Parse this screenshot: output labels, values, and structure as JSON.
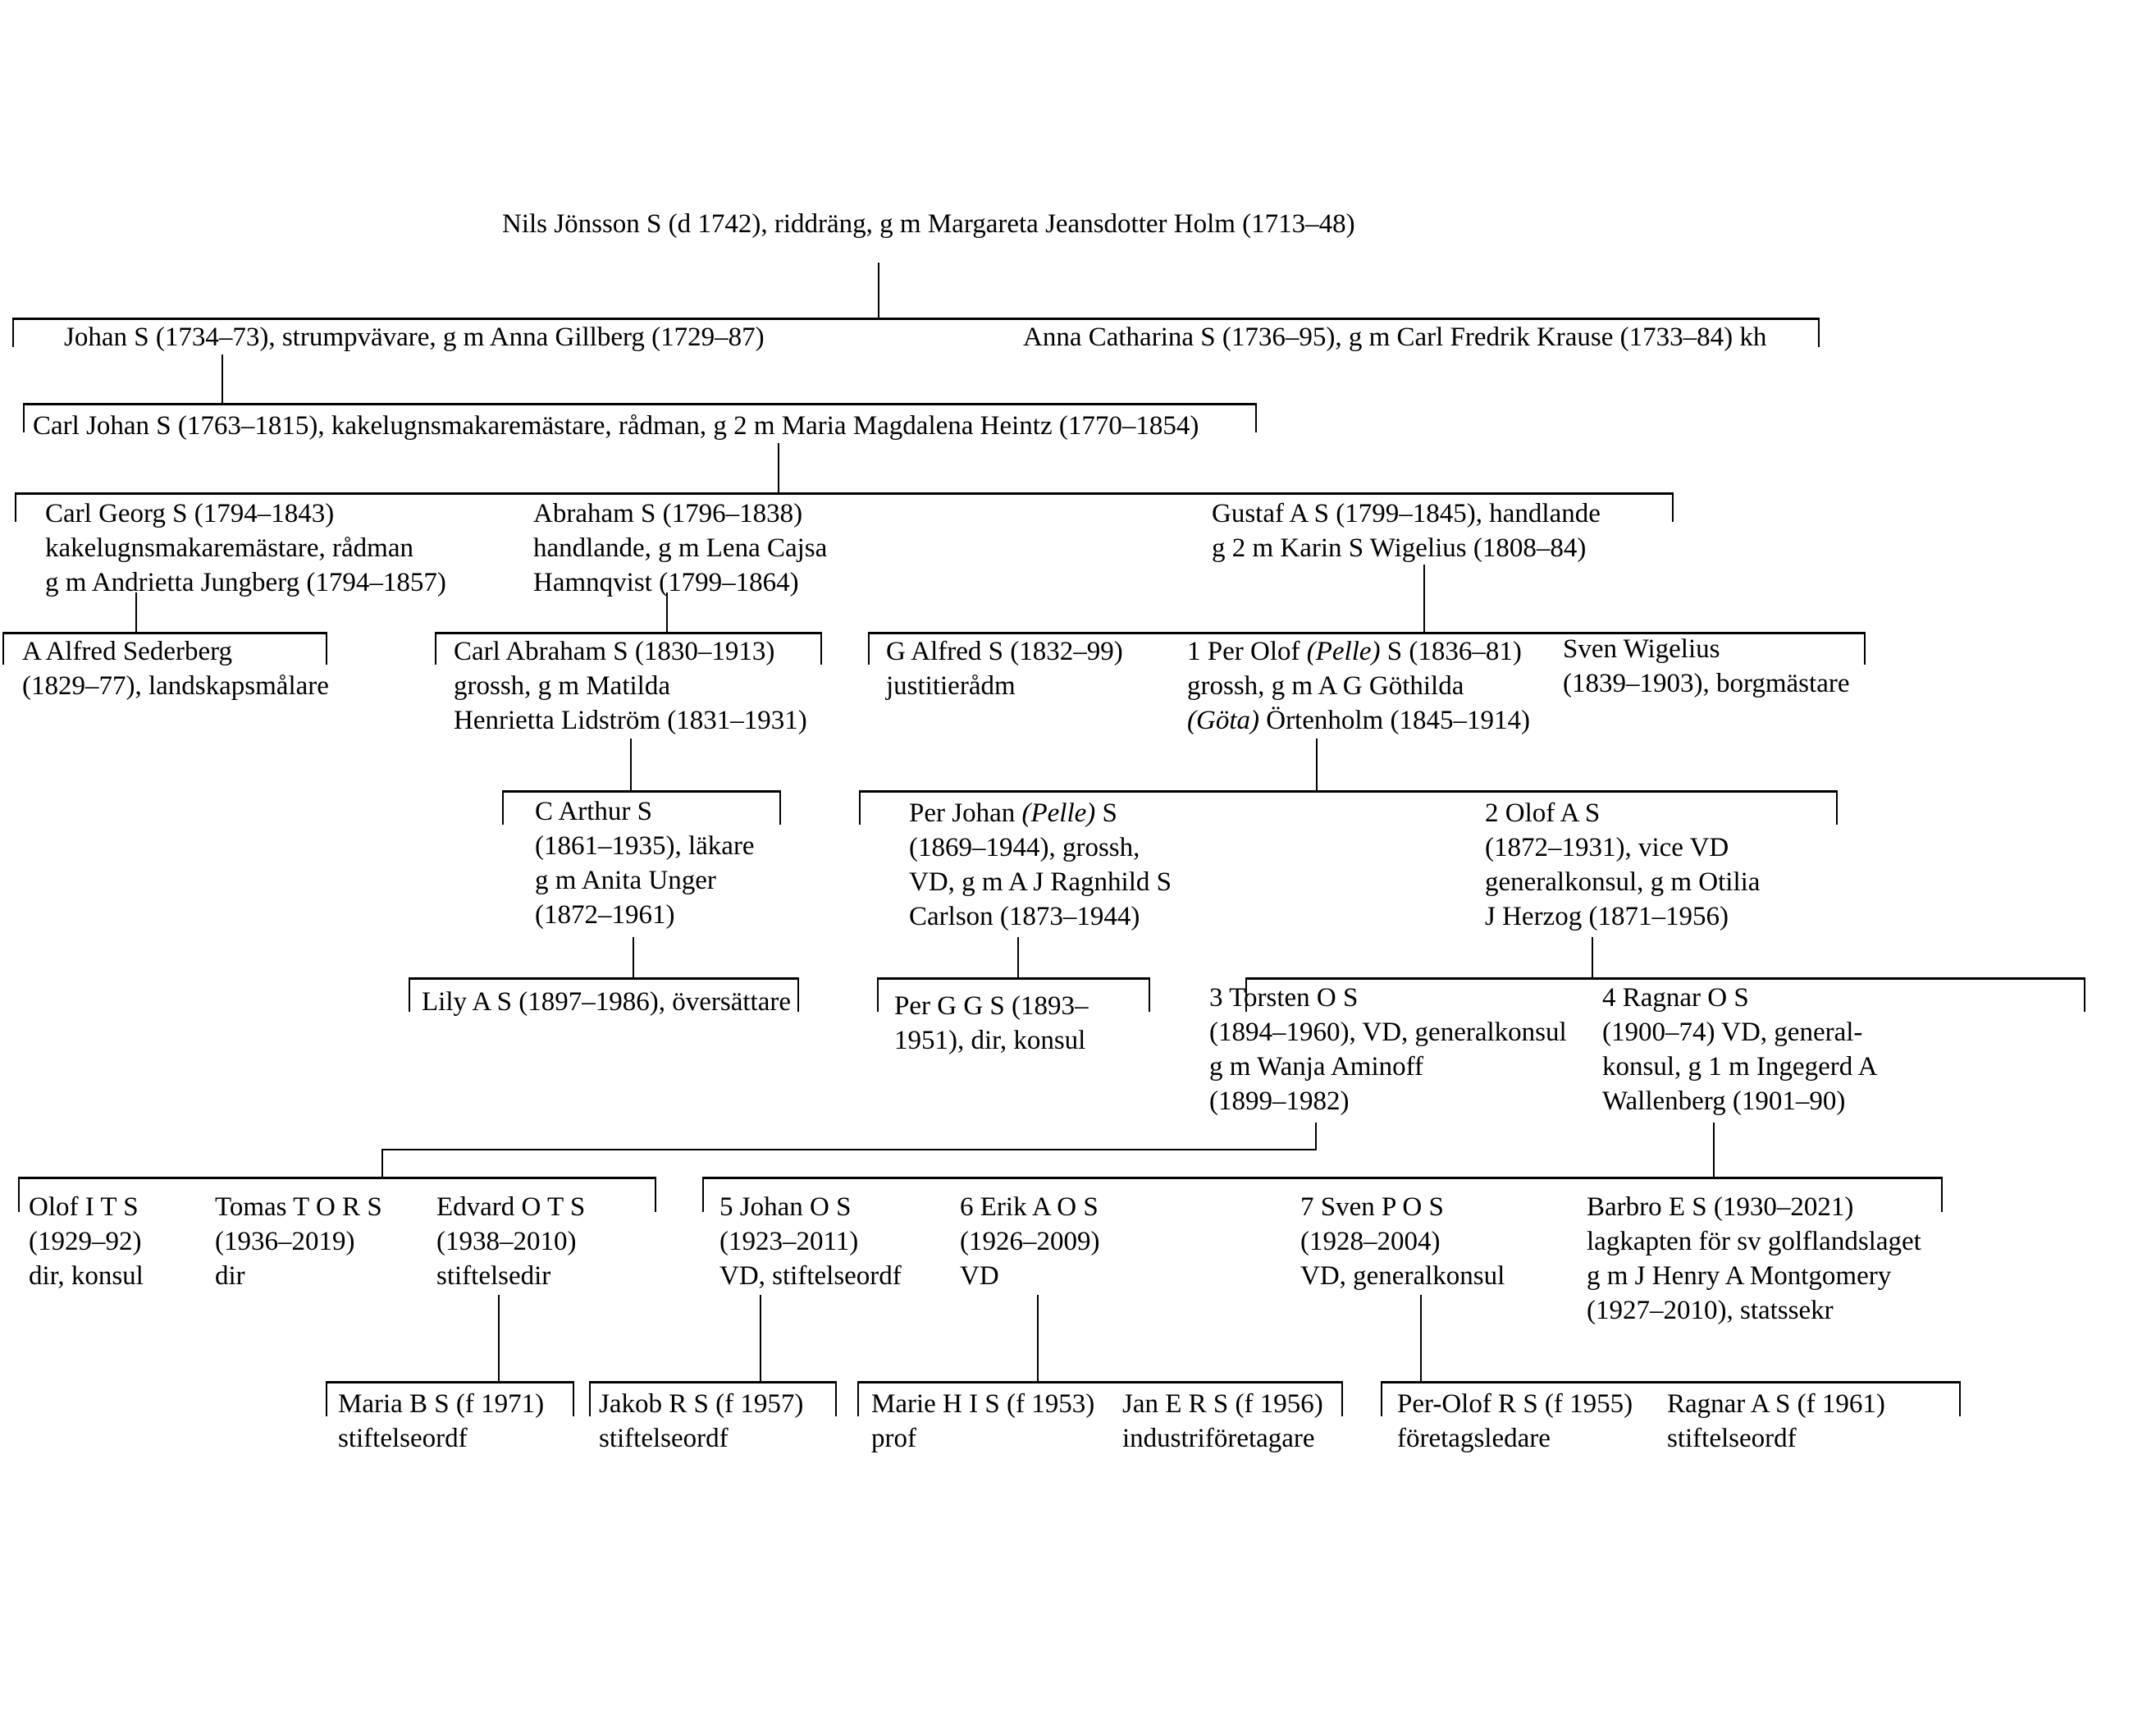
{
  "figure": {
    "background_color": "#ffffff",
    "ink_color": "#000000",
    "type": "family-tree"
  },
  "people": {
    "nils": {
      "lines": [
        "Nils Jönsson S (d 1742), riddräng, g m Margareta Jeansdotter Holm (1713–48)"
      ]
    },
    "johan": {
      "lines": [
        "Johan S (1734–73), strumpvävare, g m Anna Gillberg (1729–87)"
      ]
    },
    "anna_catharina": {
      "lines": [
        "Anna Catharina S (1736–95), g m Carl Fredrik Krause (1733–84) kh"
      ]
    },
    "carl_johan": {
      "lines": [
        "Carl Johan S (1763–1815), kakelugnsmakaremästare, rådman, g 2 m Maria Magdalena Heintz (1770–1854)"
      ]
    },
    "carl_georg": {
      "lines": [
        "Carl Georg S (1794–1843)",
        "kakelugnsmakaremästare, rådman",
        "g m Andrietta Jungberg (1794–1857)"
      ]
    },
    "abraham": {
      "lines": [
        "Abraham S (1796–1838)",
        "handlande, g m Lena Cajsa",
        "Hamnqvist (1799–1864)"
      ]
    },
    "gustaf": {
      "lines": [
        "Gustaf A S (1799–1845), handlande",
        "g 2 m Karin S Wigelius (1808–84)"
      ]
    },
    "a_alfred": {
      "lines": [
        "A Alfred Sederberg",
        "(1829–77), landskapsmålare"
      ]
    },
    "carl_abraham": {
      "lines": [
        "Carl Abraham S (1830–1913)",
        "grossh, g m Matilda",
        "Henrietta Lidström (1831–1931)"
      ]
    },
    "g_alfred": {
      "lines": [
        "G Alfred S (1832–99)",
        "justitierådm"
      ]
    },
    "per_olof": {
      "rich1": {
        "pre": "1 Per Olof ",
        "it": "(Pelle)",
        "post": " S (1836–81)"
      },
      "line2": "grossh, g m A G Göthilda",
      "rich3": {
        "pre": "",
        "it": "(Göta)",
        "post": " Örtenholm (1845–1914)"
      }
    },
    "sven_wigelius": {
      "lines": [
        "Sven Wigelius",
        "(1839–1903), borgmästare"
      ]
    },
    "c_arthur": {
      "lines": [
        "C Arthur S",
        "(1861–1935), läkare",
        "g m Anita Unger",
        "(1872–1961)"
      ]
    },
    "per_johan": {
      "rich1": {
        "pre": "Per Johan ",
        "it": "(Pelle)",
        "post": " S"
      },
      "line2": "(1869–1944), grossh,",
      "line3": "VD, g m A J Ragnhild S",
      "line4": "Carlson (1873–1944)"
    },
    "olof_2": {
      "lines": [
        "2 Olof A S",
        "(1872–1931), vice VD",
        "generalkonsul, g m Otilia",
        "J Herzog (1871–1956)"
      ]
    },
    "lily": {
      "lines": [
        "Lily A S (1897–1986), översättare"
      ]
    },
    "per_ggs": {
      "lines": [
        "Per G G S (1893–",
        "1951), dir, konsul"
      ]
    },
    "torsten_3": {
      "lines": [
        "3 Torsten O S",
        "(1894–1960), VD, generalkonsul",
        "g m Wanja Aminoff",
        "(1899–1982)"
      ]
    },
    "ragnar_4": {
      "lines": [
        "4 Ragnar O S",
        "(1900–74) VD, general-",
        "konsul, g 1 m Ingegerd A",
        "Wallenberg (1901–90)"
      ]
    },
    "olof_its": {
      "lines": [
        "Olof I T S",
        "(1929–92)",
        "dir, konsul"
      ]
    },
    "tomas": {
      "lines": [
        "Tomas T O R S",
        "(1936–2019)",
        "dir"
      ]
    },
    "edvard": {
      "lines": [
        "Edvard O T S",
        "(1938–2010)",
        "stiftelsedir"
      ]
    },
    "johan_5": {
      "lines": [
        "5 Johan O S",
        "(1923–2011)",
        "VD, stiftelseordf"
      ]
    },
    "erik_6": {
      "lines": [
        "6 Erik A O S",
        "(1926–2009)",
        "VD"
      ]
    },
    "sven_7": {
      "lines": [
        "7 Sven P O S",
        "(1928–2004)",
        "VD, generalkonsul"
      ]
    },
    "barbro": {
      "lines": [
        "Barbro E S (1930–2021)",
        "lagkapten för sv golflandslaget",
        "g m J Henry A Montgomery",
        "(1927–2010), statssekr"
      ]
    },
    "maria": {
      "lines": [
        "Maria B S (f 1971)",
        "stiftelseordf"
      ]
    },
    "jakob": {
      "lines": [
        "Jakob R S (f 1957)",
        "stiftelseordf"
      ]
    },
    "marie": {
      "lines": [
        "Marie H I S (f 1953)",
        "prof"
      ]
    },
    "jan": {
      "lines": [
        "Jan E R S (f 1956)",
        "industriföretagare"
      ]
    },
    "per_olof_rs": {
      "lines": [
        "Per-Olof R S (f 1955)",
        "företagsledare"
      ]
    },
    "ragnar_as": {
      "lines": [
        "Ragnar A S (f 1961)",
        "stiftelseordf"
      ]
    }
  }
}
